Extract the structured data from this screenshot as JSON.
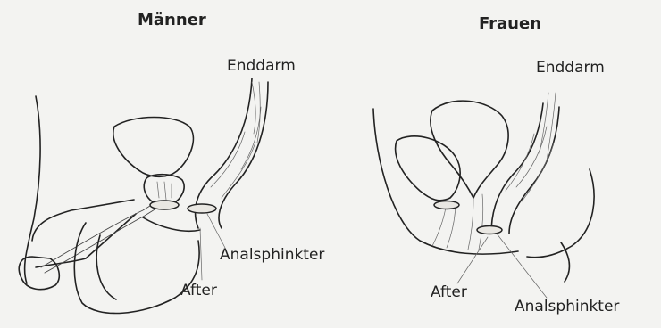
{
  "panels": {
    "men": {
      "title": "Männer",
      "labels": {
        "rectum": "Enddarm",
        "anal_sphincter": "Analsphinkter",
        "anus": "After"
      }
    },
    "women": {
      "title": "Frauen",
      "labels": {
        "rectum": "Enddarm",
        "anus": "After",
        "anal_sphincter": "Analsphinkter"
      }
    }
  },
  "colors": {
    "ink": "#222222",
    "background": "#f3f3f1"
  }
}
